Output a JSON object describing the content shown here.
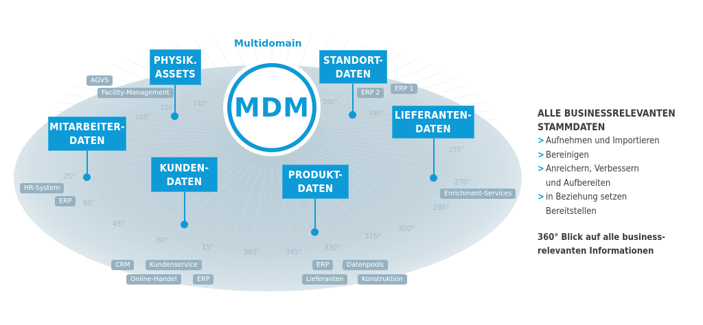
{
  "center": {
    "label": "MDM",
    "caption": "Multidomain"
  },
  "colors": {
    "accent": "#0e9ad7",
    "tag_background": "#96b2c1",
    "degree_text": "#9fb9c6",
    "panel_text": "#3c3c3c"
  },
  "domains": [
    {
      "id": "physik-assets",
      "line1": "PHYSIK.",
      "line2": "ASSETS"
    },
    {
      "id": "standort-daten",
      "line1": "STANDORT-",
      "line2": "DATEN"
    },
    {
      "id": "mitarbeiter-daten",
      "line1": "MITARBEITER-",
      "line2": "DATEN"
    },
    {
      "id": "lieferanten-daten",
      "line1": "LIEFERANTEN-",
      "line2": "DATEN"
    },
    {
      "id": "kunden-daten",
      "line1": "KUNDEN-",
      "line2": "DATEN"
    },
    {
      "id": "produkt-daten",
      "line1": "PRODUKT-",
      "line2": "DATEN"
    }
  ],
  "tags": {
    "physik_assets": [
      "AGVS",
      "Facility-Management"
    ],
    "standort_daten": [
      "ERP 2",
      "ERP 1"
    ],
    "mitarbeiter_daten": [
      "HR-System",
      "ERP"
    ],
    "lieferanten_daten": [
      "Enrichment-Services"
    ],
    "kunden_daten": [
      "CRM",
      "Kundenservice",
      "Online-Handel",
      "ERP"
    ],
    "produkt_daten": [
      "ERP",
      "Datenpools",
      "Lieferanten",
      "Konstruktion"
    ]
  },
  "degrees": [
    "120°",
    "135°",
    "105°",
    "200°",
    "190°",
    "255°",
    "75°",
    "60°",
    "45°",
    "30°",
    "15°",
    "360°",
    "345°",
    "330°",
    "315°",
    "300°",
    "285°",
    "270°"
  ],
  "panel": {
    "title_line1": "ALLE BUSINESSRELEVANTEN",
    "title_line2": "STAMMDATEN",
    "bullet_glyph": ">",
    "items": [
      {
        "text": "Aufnehmen und Importieren"
      },
      {
        "text": "Bereinigen"
      },
      {
        "text": "Anreichern, Verbessern",
        "cont": "und Aufbereiten"
      },
      {
        "text": "in Beziehung setzen",
        "cont": "Bereitstellen"
      }
    ],
    "footer_line1": "360° Blick auf alle business-",
    "footer_line2": "relevanten Informationen"
  }
}
